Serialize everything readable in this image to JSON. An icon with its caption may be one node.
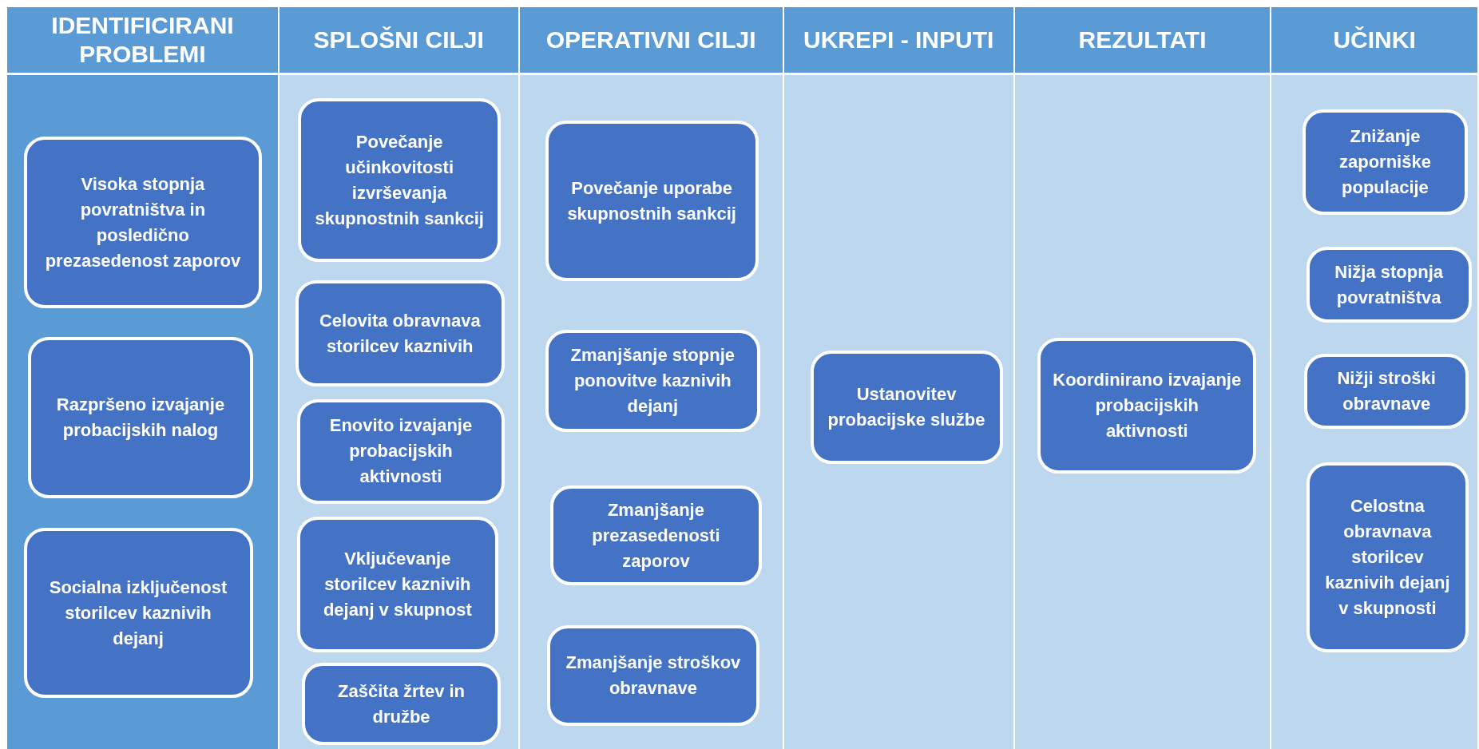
{
  "diagram": {
    "nodes": [
      {
        "text": [
          "IDENTIFICIRANI PROBLEMI"
        ]
      },
      {
        "text": [
          "Visoka stopnja povratništva in posledično prezasedenost zaporov"
        ],
        "in": 0
      },
      {
        "text": [
          "Razpršeno izvajanje probacijskih nalog"
        ],
        "in": 0
      },
      {
        "text": [
          "Socialna izključenost storilcev kaznivih dejanj"
        ],
        "in": 0
      },
      {
        "text": [
          "SPLOŠNI CILJI"
        ]
      },
      {
        "text": [
          "Povečanje učinkovitosti izvrševanja skupnostnih sankcij"
        ],
        "in": 4
      },
      {
        "text": [
          "Celovita obravnava storilcev kaznivih"
        ],
        "in": 4
      },
      {
        "text": [
          "Enovito izvajanje probacijskih aktivnosti"
        ],
        "in": 4
      },
      {
        "text": [
          "Vključevanje storilcev kaznivih dejanj v skupnost"
        ],
        "in": 4
      },
      {
        "text": [
          "Zaščita žrtev in družbe"
        ],
        "in": 4
      },
      {
        "text": [
          "OPERATIVNI CILJI"
        ]
      },
      {
        "text": [
          "Povečanje uporabe skupnostnih sankcij"
        ],
        "in": 10
      },
      {
        "text": [
          "Zmanjšanje stopnje ponovitve kaznivih dejanj"
        ],
        "in": 10
      },
      {
        "text": [
          "Zmanjšanje prezasedenosti zaporov"
        ],
        "in": 10
      },
      {
        "text": [
          "Zmanjšanje stroškov obravnave"
        ],
        "in": 10
      },
      {
        "text": [
          "UKREPI - INPUTI"
        ]
      },
      {
        "text": [
          "Ustanovitev probacijske službe"
        ],
        "in": 15
      },
      {
        "text": [
          "REZULTATI"
        ]
      },
      {
        "text": [
          "Koordinirano izvajanje probacijskih aktivnosti"
        ],
        "in": 17
      },
      {
        "text": [
          "UČINKI"
        ]
      },
      {
        "text": [
          "Znižanje zaporniške populacije"
        ],
        "in": 19
      },
      {
        "text": [
          "Nižja stopnja povratništva"
        ],
        "in": 19
      },
      {
        "text": [
          "Nižji stroški obravnave"
        ],
        "in": 19
      },
      {
        "text": [
          "Celostna obravnava storilcev kaznivih dejanj v skupnosti"
        ],
        "in": 19
      }
    ],
    "edges": []
  }
}
